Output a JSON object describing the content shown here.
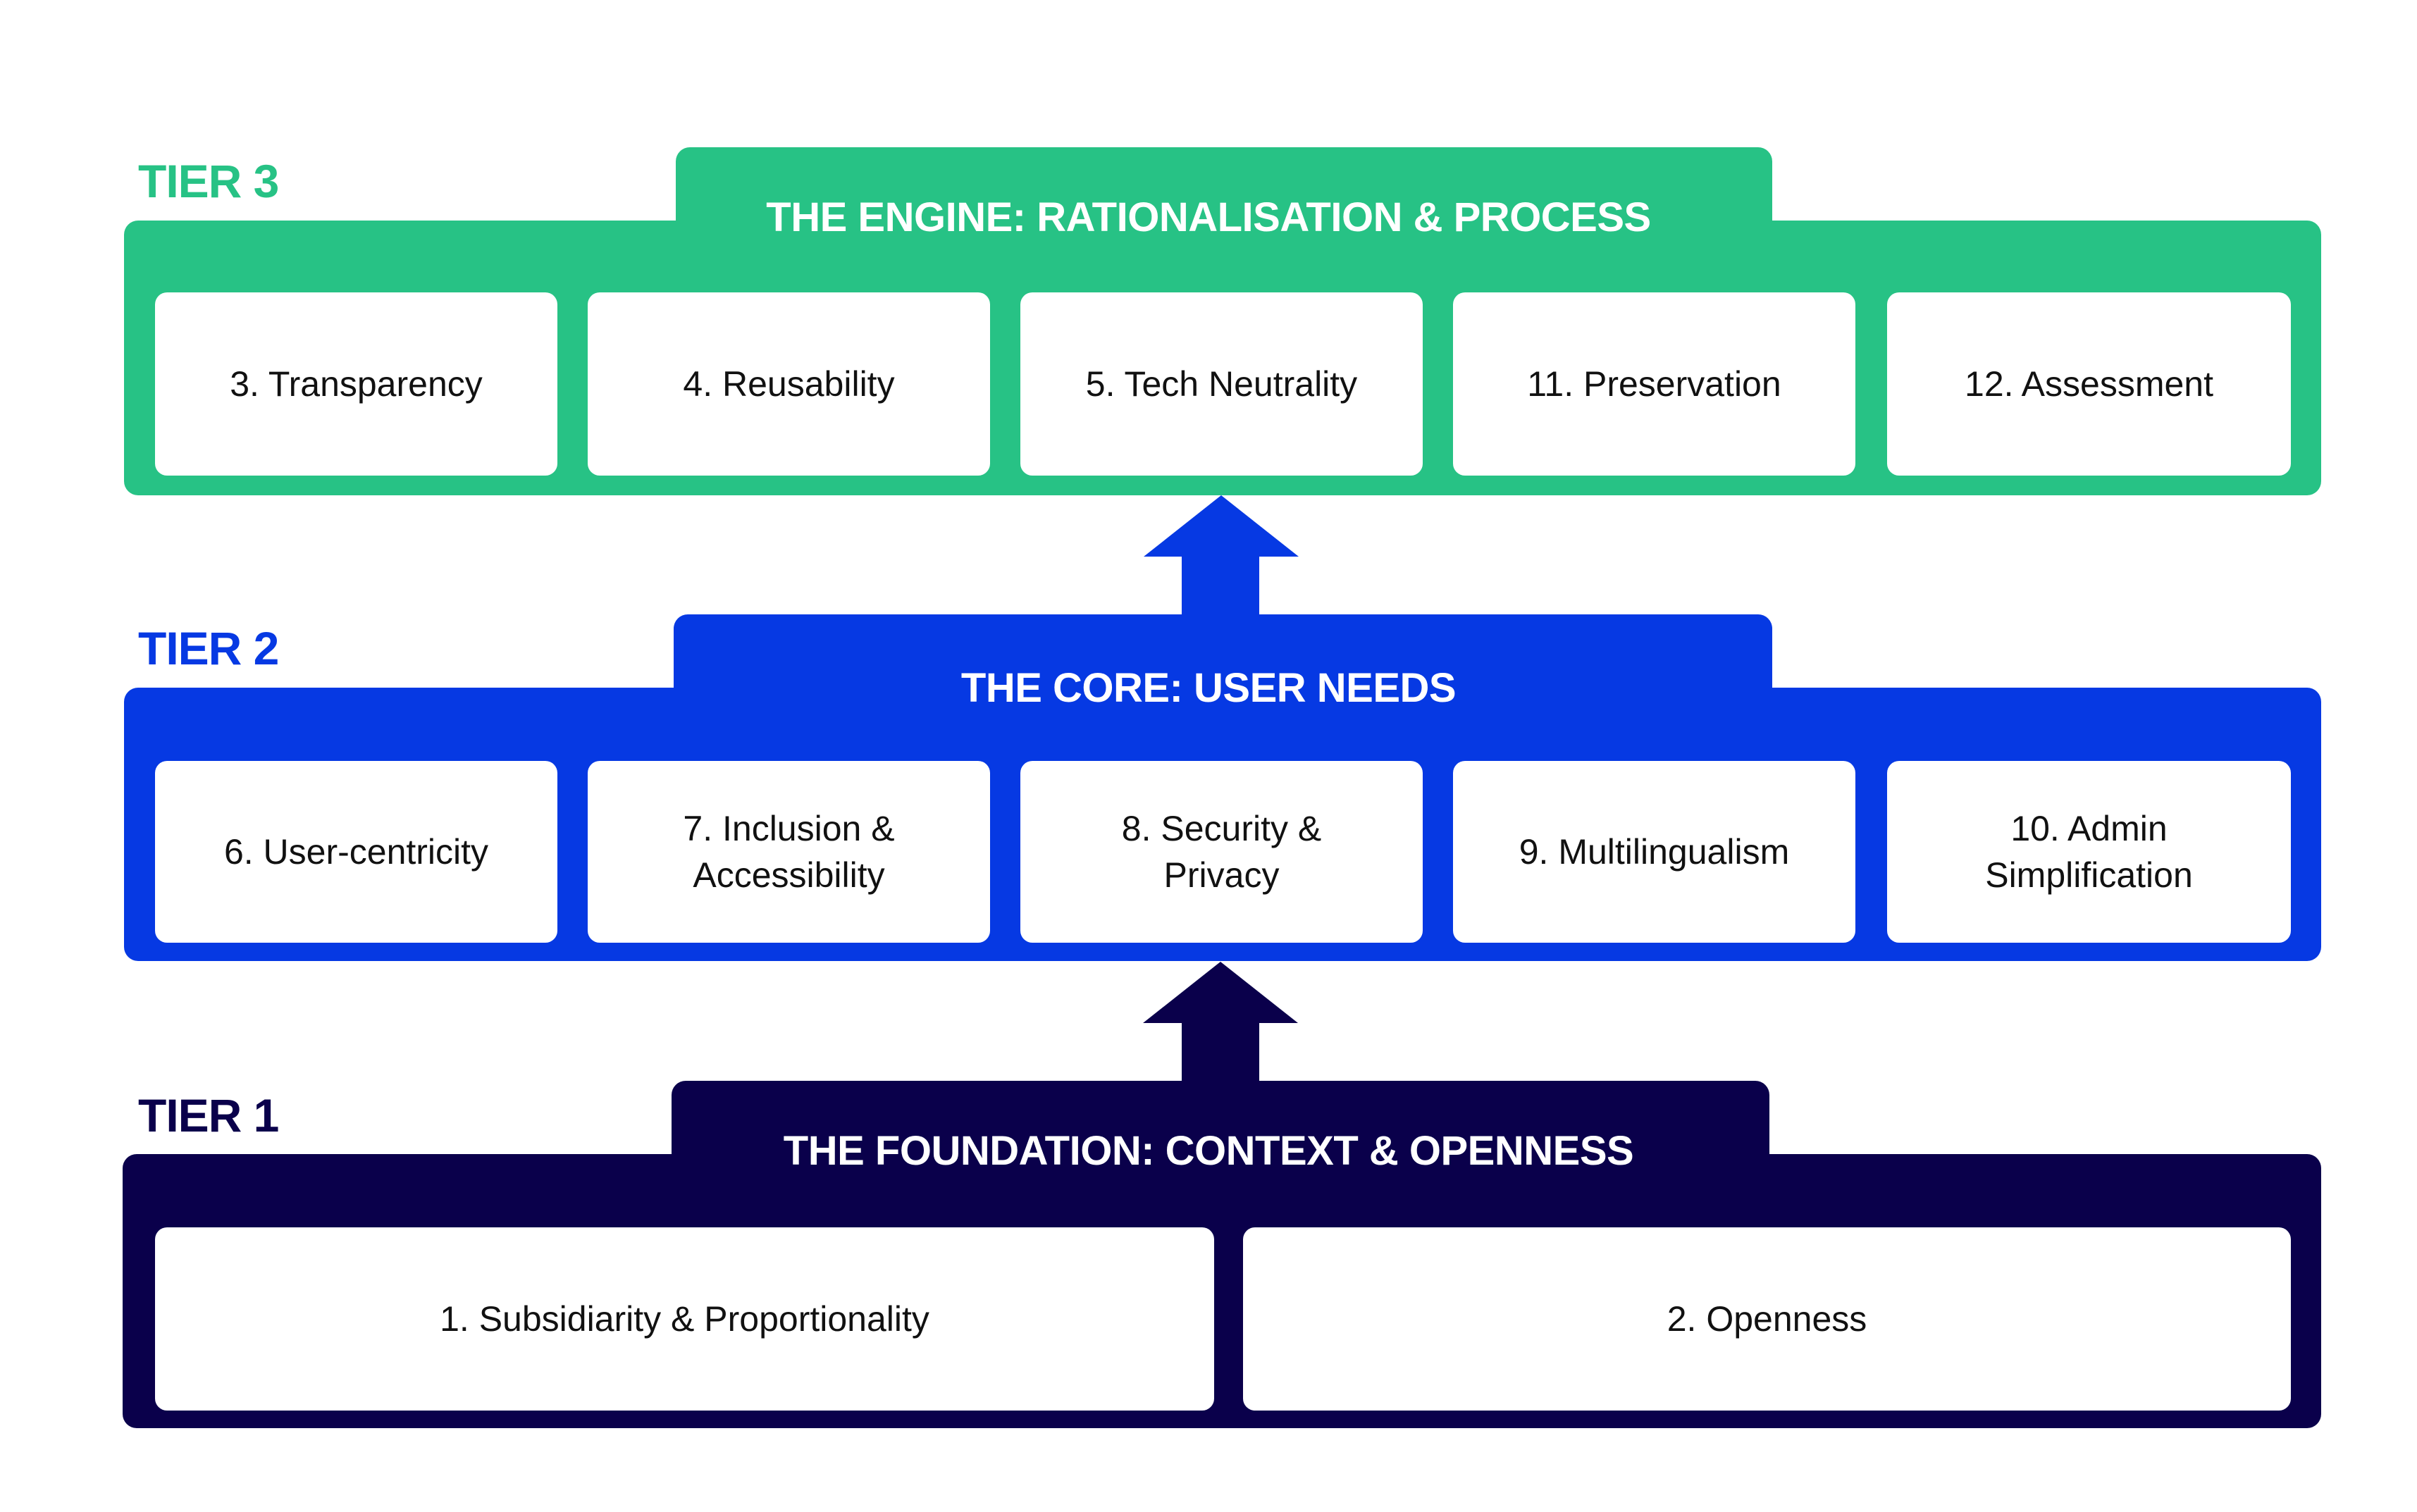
{
  "colors": {
    "tier3": "#27C285",
    "tier2": "#0639E3",
    "tier1": "#0A004B",
    "card_bg": "#FFFFFF",
    "card_text": "#111111"
  },
  "tiers": {
    "tier3": {
      "label": "TIER 3",
      "title": "THE ENGINE: RATIONALISATION & PROCESS",
      "cards": [
        {
          "lines": [
            "3. Transparency"
          ]
        },
        {
          "lines": [
            "4. Reusability"
          ]
        },
        {
          "lines": [
            "5. Tech Neutrality"
          ]
        },
        {
          "lines": [
            "11. Preservation"
          ]
        },
        {
          "lines": [
            "12. Assessment"
          ]
        }
      ]
    },
    "tier2": {
      "label": "TIER 2",
      "title": "THE CORE: USER NEEDS",
      "cards": [
        {
          "lines": [
            "6. User-centricity"
          ]
        },
        {
          "lines": [
            "7. Inclusion &",
            "Accessibility"
          ]
        },
        {
          "lines": [
            "8. Security &",
            "Privacy"
          ]
        },
        {
          "lines": [
            "9. Multilingualism"
          ]
        },
        {
          "lines": [
            "10. Admin",
            "Simplification"
          ]
        }
      ]
    },
    "tier1": {
      "label": "TIER 1",
      "title": "THE FOUNDATION: CONTEXT & OPENNESS",
      "cards": [
        {
          "lines": [
            "1. Subsidiarity & Proportionality"
          ]
        },
        {
          "lines": [
            "2. Openness"
          ]
        }
      ]
    }
  },
  "arrows": [
    {
      "name": "arrow-tier2-to-tier3",
      "direction": "up",
      "color_ref": "tier2"
    },
    {
      "name": "arrow-tier1-to-tier2",
      "direction": "up",
      "color_ref": "tier1"
    }
  ]
}
